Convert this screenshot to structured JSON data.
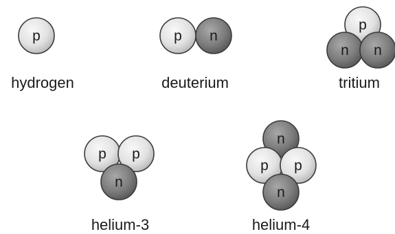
{
  "particle_letters": {
    "proton": "p",
    "neutron": "n"
  },
  "colors": {
    "proton_fill_light": "#f6f6f6",
    "proton_fill_dark": "#bdbdbd",
    "neutron_fill_light": "#9a9a9a",
    "neutron_fill_dark": "#5a5a5a",
    "outline": "#3a3a3a"
  },
  "nuclei": [
    {
      "id": "hydrogen",
      "label": "hydrogen",
      "particles": [
        "p"
      ]
    },
    {
      "id": "deuterium",
      "label": "deuterium",
      "particles": [
        "p",
        "n"
      ]
    },
    {
      "id": "tritium",
      "label": "tritium",
      "particles": [
        "p",
        "n",
        "n"
      ]
    },
    {
      "id": "helium-3",
      "label": "helium-3",
      "particles": [
        "p",
        "p",
        "n"
      ]
    },
    {
      "id": "helium-4",
      "label": "helium-4",
      "particles": [
        "n",
        "p",
        "p",
        "n"
      ]
    }
  ]
}
